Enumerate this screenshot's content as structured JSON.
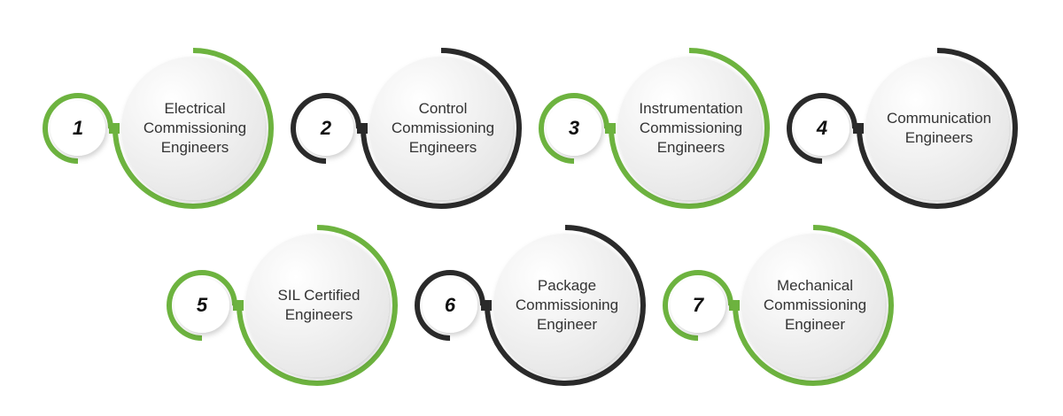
{
  "colors": {
    "green": "#6db33f",
    "dark": "#2a2a2a"
  },
  "items": [
    {
      "number": "1",
      "title": "Electrical Commissioning Engineers",
      "color": "green"
    },
    {
      "number": "2",
      "title": "Control Commissioning Engineers",
      "color": "dark"
    },
    {
      "number": "3",
      "title": "Instrumentation Commissioning Engineers",
      "color": "green"
    },
    {
      "number": "4",
      "title": "Communication Engineers",
      "color": "dark"
    },
    {
      "number": "5",
      "title": "SIL Certified Engineers",
      "color": "green"
    },
    {
      "number": "6",
      "title": "Package Commissioning Engineer",
      "color": "dark"
    },
    {
      "number": "7",
      "title": "Mechanical Commissioning Engineer",
      "color": "green"
    }
  ]
}
